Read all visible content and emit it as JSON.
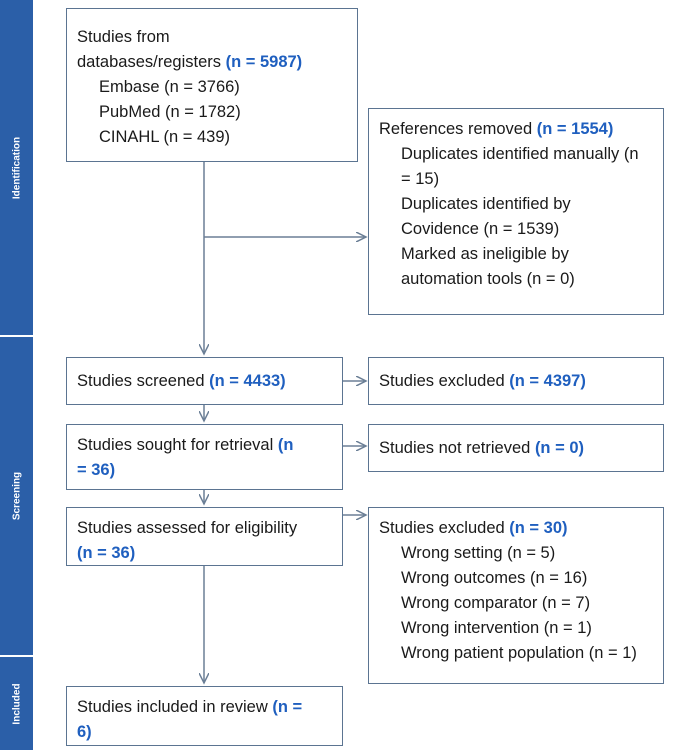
{
  "phases": {
    "identification": "Identification",
    "screening": "Screening",
    "included": "Included"
  },
  "boxes": {
    "databases": {
      "line1": "Studies from",
      "line2": "databases/registers",
      "n": "(n = 5987)",
      "items": [
        "Embase (n = 3766)",
        "PubMed (n = 1782)",
        "CINAHL (n = 439)"
      ]
    },
    "removed": {
      "title": "References removed",
      "n": "(n = 1554)",
      "items": [
        "Duplicates identified manually (n",
        "= 15)",
        "Duplicates identified by",
        "Covidence (n = 1539)",
        "Marked as ineligible by",
        "automation tools (n = 0)"
      ]
    },
    "screened": {
      "title": "Studies screened",
      "n": "(n = 4433)"
    },
    "excluded1": {
      "title": "Studies excluded",
      "n": "(n = 4397)"
    },
    "sought": {
      "title": "Studies sought for retrieval",
      "n_a": "(n",
      "n_b": "= 36)"
    },
    "not_retrieved": {
      "title": "Studies not retrieved",
      "n": "(n = 0)"
    },
    "assessed": {
      "title": "Studies assessed for eligibility",
      "n": "(n = 36)"
    },
    "excluded2": {
      "title": "Studies excluded",
      "n": "(n = 30)",
      "items": [
        "Wrong setting (n = 5)",
        "Wrong outcomes (n = 16)",
        "Wrong comparator (n = 7)",
        "Wrong intervention (n = 1)",
        "Wrong patient population (n = 1)"
      ]
    },
    "included": {
      "title": "Studies included in review",
      "n_a": "(n =",
      "n_b": "6)"
    }
  },
  "colors": {
    "phase": "#2b5fa8",
    "count": "#1f5fbf",
    "border": "#5b7491",
    "arrow": "#6b7f96"
  }
}
